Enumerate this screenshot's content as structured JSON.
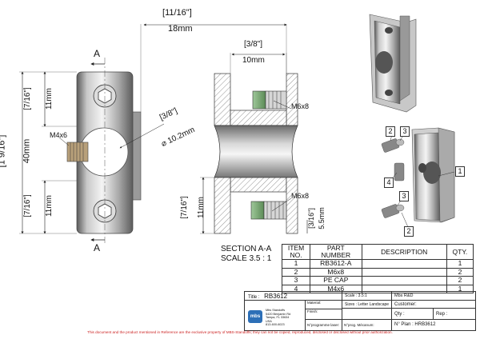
{
  "front_view": {
    "section_marker": "A",
    "dim_height_in": "1 9/16\"",
    "dim_height_mm": "40mm",
    "dim_top_in": "7/16\"",
    "dim_top_mm": "11mm",
    "dim_bottom_in": "7/16\"",
    "dim_bottom_mm": "11mm",
    "dim_width_in": "11/16\"",
    "dim_width_mm": "18mm",
    "screw_label": "M4x6",
    "dim_hole_in": "3/8\"",
    "dim_hole_mm": "⌀ 10.2mm"
  },
  "section_view": {
    "dim_slot_in": "3/8\"",
    "dim_slot_mm": "10mm",
    "screw_top_label": "M6x8",
    "screw_bottom_label": "M6x8",
    "dim_bottom_in": "7/16\"",
    "dim_bottom_mm": "11mm",
    "dim_small_in": "3/16\"",
    "dim_small_mm": "5.5mm",
    "title_line1": "SECTION A-A",
    "title_line2": "SCALE 3.5 : 1"
  },
  "iso_view": {
    "callouts": [
      "2",
      "3",
      "4",
      "3",
      "2",
      "1"
    ]
  },
  "bom": {
    "headers": [
      "ITEM NO.",
      "PART NUMBER",
      "DESCRIPTION",
      "QTY."
    ],
    "rows": [
      [
        "1",
        "RB3612-A",
        "",
        "1"
      ],
      [
        "2",
        "M6x8",
        "",
        "2"
      ],
      [
        "3",
        "PE CAP",
        "",
        "2"
      ],
      [
        "4",
        "M4x6",
        "",
        "1"
      ]
    ]
  },
  "title_block": {
    "title_label": "Title :",
    "title_value": "RB3612",
    "scale": "Scale : 3.5:1",
    "sizes": "Sizes : Letter Landscape",
    "company_short": "Mbs R&D",
    "customer": "Customer:",
    "qty": "Qty :",
    "rep": "Rep :",
    "part_no": "N° Plan : HRB3612",
    "material": "Material:",
    "finish": "Finish:",
    "prog_laser": "N°programme laser:",
    "prog_mecanum": "N°prog. Mécanum:",
    "company_name": "Mbs Standoffs",
    "address1": "5420 Benjamin Rd",
    "address2": "Tampa, FL 33634",
    "country": "USA",
    "phone": "813-600-6023",
    "logo_text": "mbs"
  },
  "footer": "This document and the product mentioned in Reference are the exclusive property of MBS-Standoffs; they can not be copied, reproduced, disclosed or disclosed without prior authorization."
}
